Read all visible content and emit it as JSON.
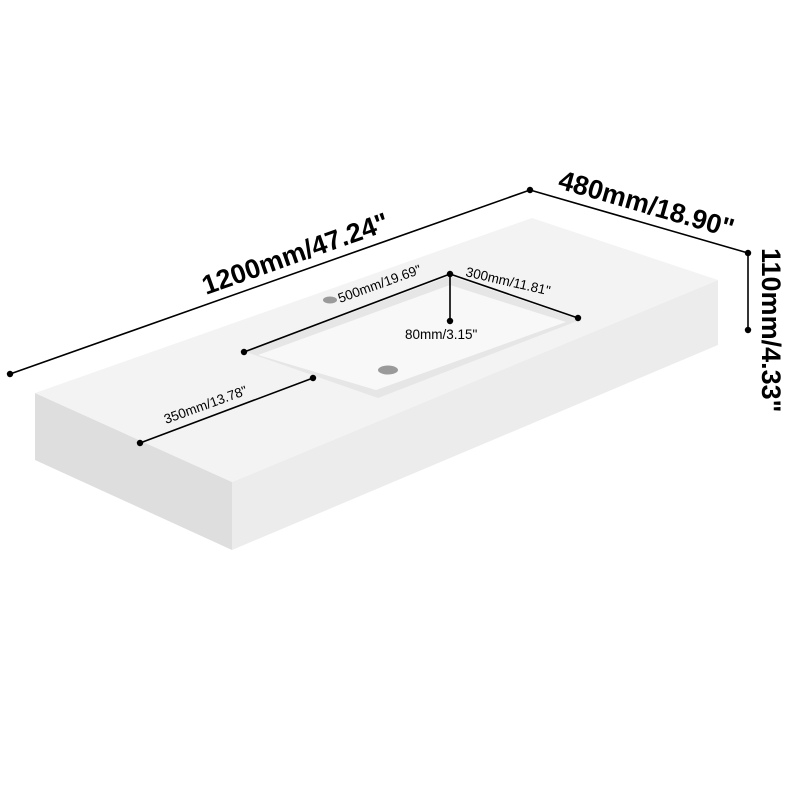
{
  "product": {
    "colors": {
      "top": "#f3f3f3",
      "front": "#dedede",
      "side": "#ececec",
      "basin": "#f8f8f8",
      "basin_shadow": "#e6e6e6",
      "hole": "#9a9a9a"
    }
  },
  "dimensions": {
    "length": "1200mm/47.24\"",
    "depth": "480mm/18.90\"",
    "height": "110mm/4.33\"",
    "basin_length": "500mm/19.69\"",
    "basin_width": "300mm/11.81\"",
    "basin_depth": "80mm/3.15\"",
    "left_offset": "350mm/13.78\""
  }
}
